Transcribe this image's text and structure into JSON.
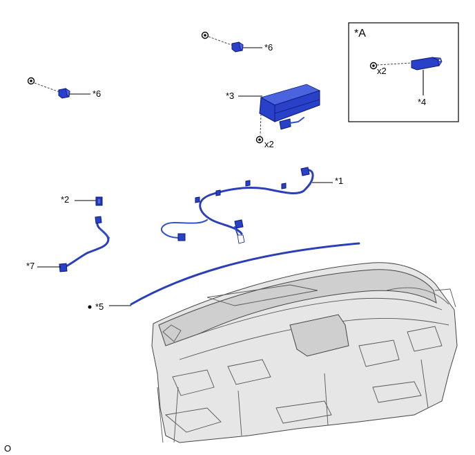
{
  "labels": {
    "p1": "*1",
    "p2": "*2",
    "p3": "*3",
    "p4": "*4",
    "p5": "*5",
    "p6a": "*6",
    "p6b": "*6",
    "p7": "*7",
    "inset": "*A",
    "qty_a": "x2",
    "qty_b": "x2",
    "corner": "O"
  },
  "colors": {
    "part_blue": "#2940c8",
    "outline": "#0a1a7a",
    "panel_grey": "#e6e6e6"
  }
}
